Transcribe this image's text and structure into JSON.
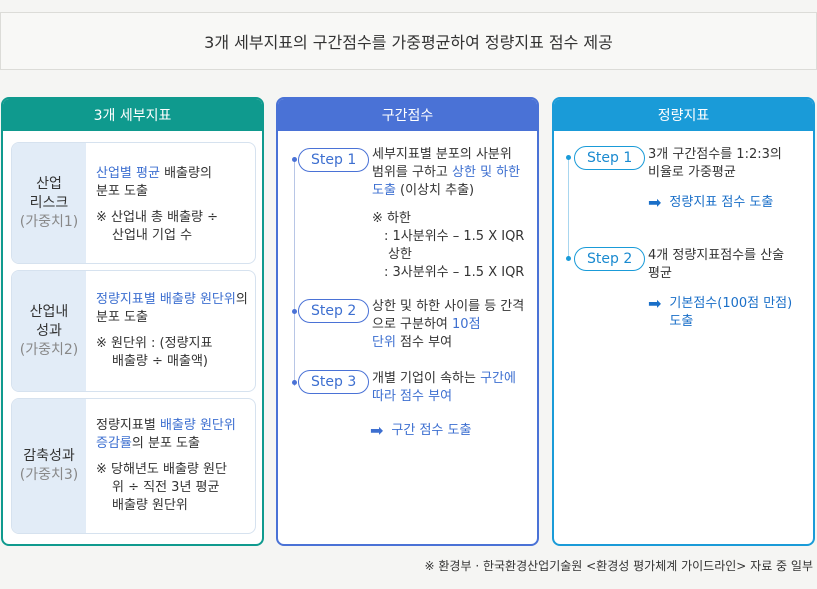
{
  "title": "3개 세부지표의 구간점수를 가중평균하여 정량지표 점수 제공",
  "panel1": {
    "header": "3개 세부지표",
    "cards": [
      {
        "label1": "산업",
        "label2": "리스크",
        "weight": "(가중치1)",
        "hl": "산업별 평균",
        "text1": " 배출량의",
        "text2": "분포 도출",
        "note1": "※ 산업내 총 배출량 ÷",
        "note2": "산업내 기업 수"
      },
      {
        "label1": "산업내",
        "label2": "성과",
        "weight": "(가중치2)",
        "hl": "정량지표별 배출량 원단위",
        "text1": "의 분포 도출",
        "note1": "※ 원단위 : (정량지표",
        "note2": "배출량 ÷ 매출액)"
      },
      {
        "label1": "감축성과",
        "weight": "(가중치3)",
        "pre": "정량지표별 ",
        "hl": "배출량 원단위 증감률",
        "text1": "의 분포 도출",
        "note1": "※ 당해년도 배출량 원단",
        "note2": "위 ÷ 직전 3년 평균",
        "note3": "배출량 원단위"
      }
    ]
  },
  "panel2": {
    "header": "구간점수",
    "step1": {
      "label": "Step 1",
      "line1": "세부지표별 분포의 사분위",
      "line2a": "범위를 구하고 ",
      "line2b": "상한 및 하한",
      "line3a": "도출",
      "line3b": " (이상치 추출)",
      "n1": "※ 하한",
      "n2": ": 1사분위수 – 1.5 X IQR",
      "n3": "상한",
      "n4": ": 3사분위수 – 1.5 X IQR"
    },
    "step2": {
      "label": "Step 2",
      "line1": "상한 및 하한 사이를 등 간격",
      "line2a": "으로 구분하여 ",
      "line2b": "10점",
      "line3a": "단위",
      "line3b": " 점수 부여"
    },
    "step3": {
      "label": "Step 3",
      "line1a": "개별 기업이 속하는 ",
      "line1b": "구간에",
      "line2": "따라 점수 부여"
    },
    "result": "구간 점수 도출"
  },
  "panel3": {
    "header": "정량지표",
    "step1": {
      "label": "Step 1",
      "line1": "3개 구간점수를 1:2:3의",
      "line2": "비율로 가중평균",
      "result": "정량지표 점수 도출"
    },
    "step2": {
      "label": "Step 2",
      "line1": "4개 정량지표점수를 산술",
      "line2": "평균",
      "result1": "기본점수(100점 만점)",
      "result2": "도출"
    }
  },
  "footnote": "※ 환경부 · 한국환경산업기술원 <환경성 평가체계 가이드라인> 자료 중 일부"
}
